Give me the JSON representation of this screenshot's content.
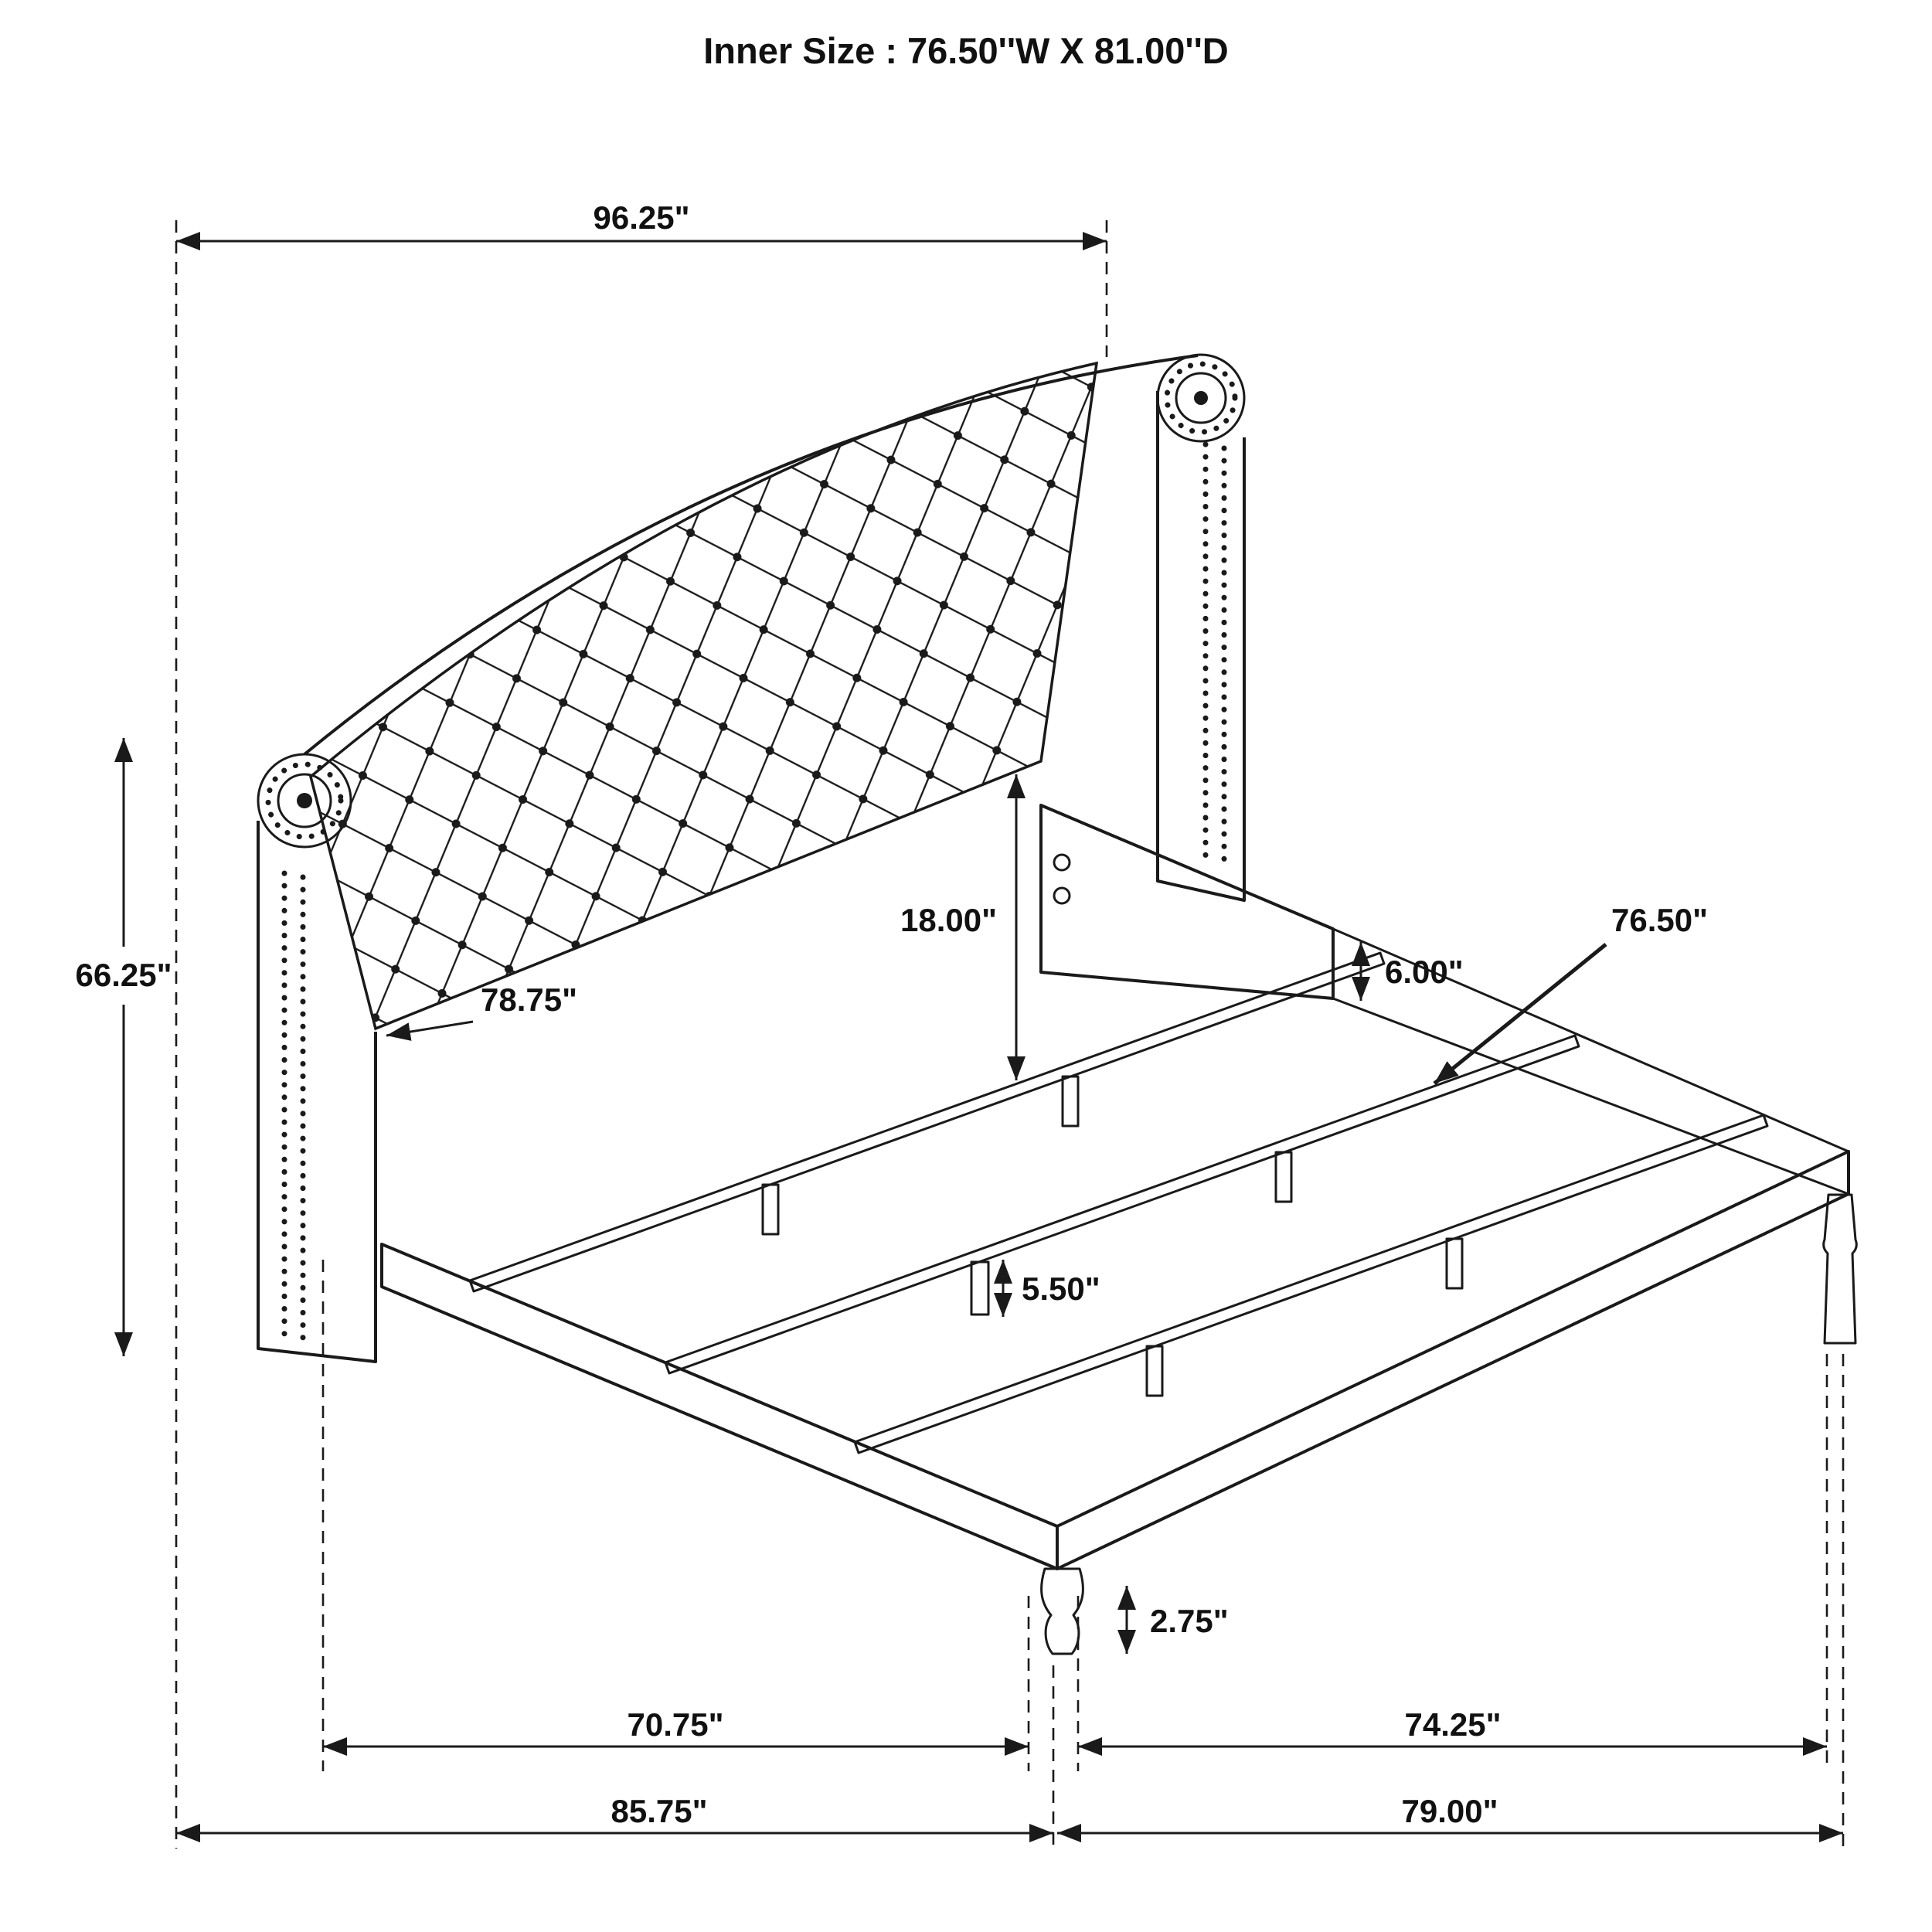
{
  "title": "Inner Size : 76.50''W X 81.00''D",
  "dimensions": {
    "overall_width": "96.25\"",
    "headboard_height": "66.25\"",
    "headboard_width": "78.75\"",
    "headboard_to_rail": "18.00\"",
    "side_rail_height": "6.00\"",
    "slat_length": "76.50\"",
    "slat_leg_height": "5.50\"",
    "foot_leg_height": "2.75\"",
    "inner_frame_width": "70.75\"",
    "inner_frame_depth": "74.25\"",
    "outer_frame_width": "85.75\"",
    "outer_frame_depth": "79.00\""
  },
  "colors": {
    "line": "#1a1a1a",
    "background": "#ffffff"
  }
}
